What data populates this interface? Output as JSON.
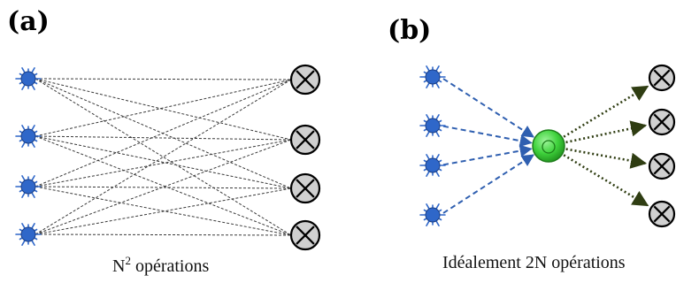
{
  "panel_a": {
    "label": "(a)",
    "caption_base": "N",
    "caption_sup": "2",
    "caption_rest": " opérations"
  },
  "panel_b": {
    "label": "(b)",
    "caption": "Idéalement 2N opérations"
  },
  "colors": {
    "source_fill": "#2f67c9",
    "source_ray": "#2f67c9",
    "detector_fill": "#d0d0d0",
    "hub_fill": "#39c93a",
    "a_links": "#3a3a3a",
    "b_in_links": "#2f5fb0",
    "b_out_links": "#2f3d12"
  },
  "icons": {
    "source": "star-burst-source-icon",
    "detector": "circled-x-detector-icon",
    "hub": "green-hub-node-icon"
  }
}
